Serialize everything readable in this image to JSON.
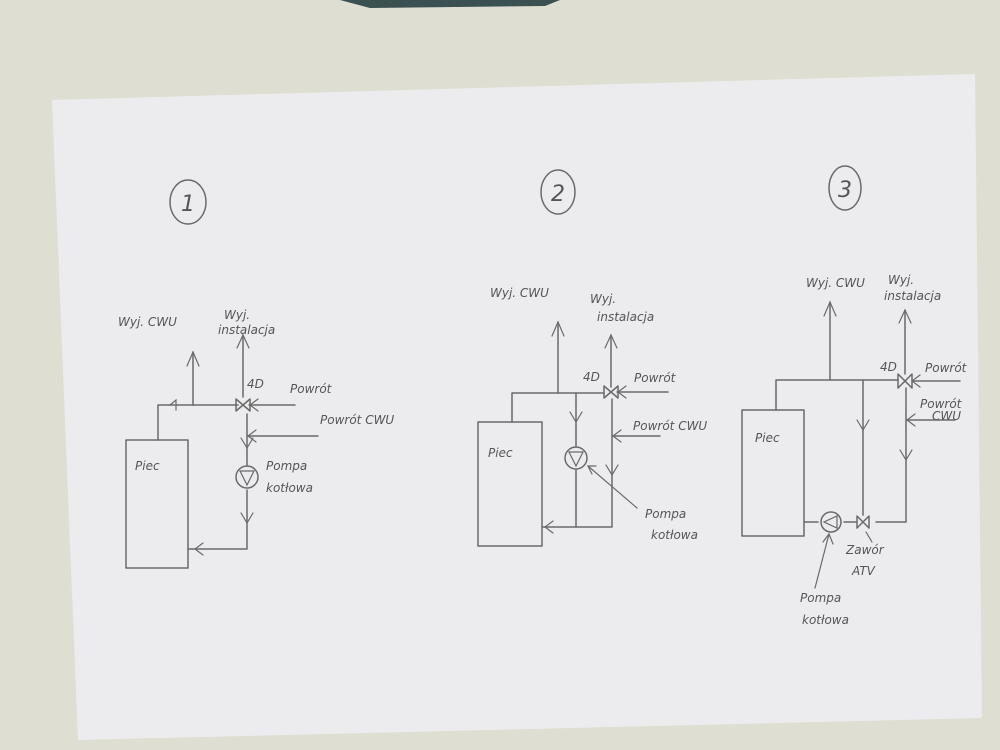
{
  "diagrams": [
    {
      "number": "1",
      "labels": {
        "hot_water_out": "Wyj. CWU",
        "install_out_1": "Wyj.",
        "install_out_2": "instalacja",
        "valve": "4D",
        "return": "Powrót",
        "return_cwu": "Powrót CWU",
        "boiler": "Piec",
        "pump_1": "Pompa",
        "pump_2": "kotłowa"
      }
    },
    {
      "number": "2",
      "labels": {
        "hot_water_out": "Wyj. CWU",
        "install_out_1": "Wyj.",
        "install_out_2": "instalacja",
        "valve": "4D",
        "return": "Powrót",
        "return_cwu": "Powrót CWU",
        "boiler": "Piec",
        "pump_1": "Pompa",
        "pump_2": "kotłowa"
      }
    },
    {
      "number": "3",
      "labels": {
        "hot_water_out": "Wyj. CWU",
        "install_out_1": "Wyj.",
        "install_out_2": "instalacja",
        "valve": "4D",
        "return": "Powrót",
        "return_cwu_1": "Powrót",
        "return_cwu_2": "CWU",
        "boiler": "Piec",
        "atv_1": "Zawór",
        "atv_2": "ATV",
        "pump_1": "Pompa",
        "pump_2": "kotłowa"
      }
    }
  ]
}
